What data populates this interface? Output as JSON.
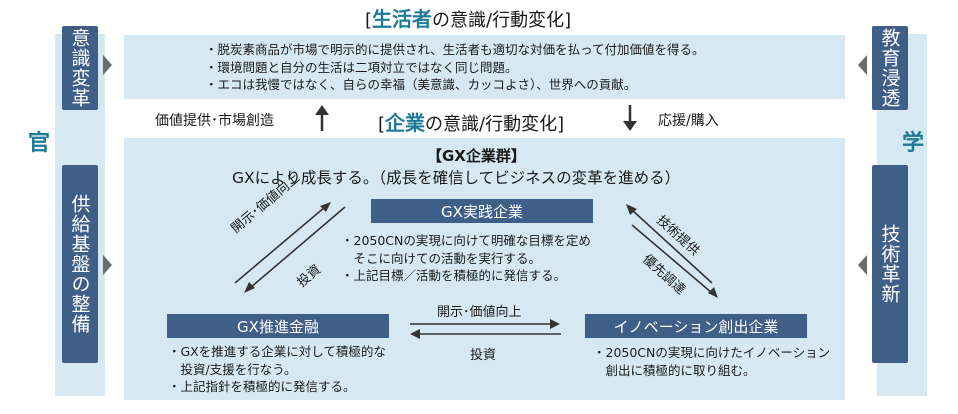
{
  "left": {
    "label": "官",
    "top_box": "意識変革",
    "bottom_box": "供給基盤の整備"
  },
  "right": {
    "label": "学",
    "top_box": "教育浸透",
    "bottom_box": "技術革新"
  },
  "consumer": {
    "title_open": "[",
    "title_em": "生活者",
    "title_rest": "の意識/行動変化]",
    "bullets": [
      "・脱炭素商品が市場で明示的に提供され、生活者も適切な対価を払って付加価値を得る。",
      "・環境問題と自分の生活は二項対立ではなく同じ問題。",
      "・エコは我慢ではなく、自らの幸福（美意識、カッコよさ）、世界への貢献。"
    ]
  },
  "middle": {
    "left_text": "価値提供･市場創造",
    "right_text": "応援/購入",
    "title_open": "[",
    "title_em": "企業",
    "title_rest": "の意識/行動変化]"
  },
  "gx": {
    "heading": "【GX企業群】",
    "subheading": "GXにより成長する。（成長を確信してビジネスの変革を進める）",
    "practice": {
      "label": "GX実践企業",
      "bullets": [
        "・2050CNの実現に向けて明確な目標を定め",
        "　そこに向けての活動を実行する。",
        "・上記目標／活動を積極的に発信する。"
      ]
    },
    "finance": {
      "label": "GX推進金融",
      "bullets": [
        "・GXを推進する企業に対して積極的な",
        "　投資/支援を行なう。",
        "・上記指針を積極的に発信する。"
      ]
    },
    "innovation": {
      "label": "イノベーション創出企業",
      "bullets": [
        "・2050CNの実現に向けたイノベーション",
        "　創出に積極的に取り組む。"
      ]
    },
    "arrows": {
      "left_upper": "開示･価値向上",
      "left_lower": "投資",
      "right_upper": "技術提供",
      "right_lower": "優先調達",
      "bottom_upper": "開示･価値向上",
      "bottom_lower": "投資"
    }
  },
  "colors": {
    "navy": "#3f5f88",
    "light_blue": "#d6e9f2",
    "accent": "#1f7a99"
  }
}
